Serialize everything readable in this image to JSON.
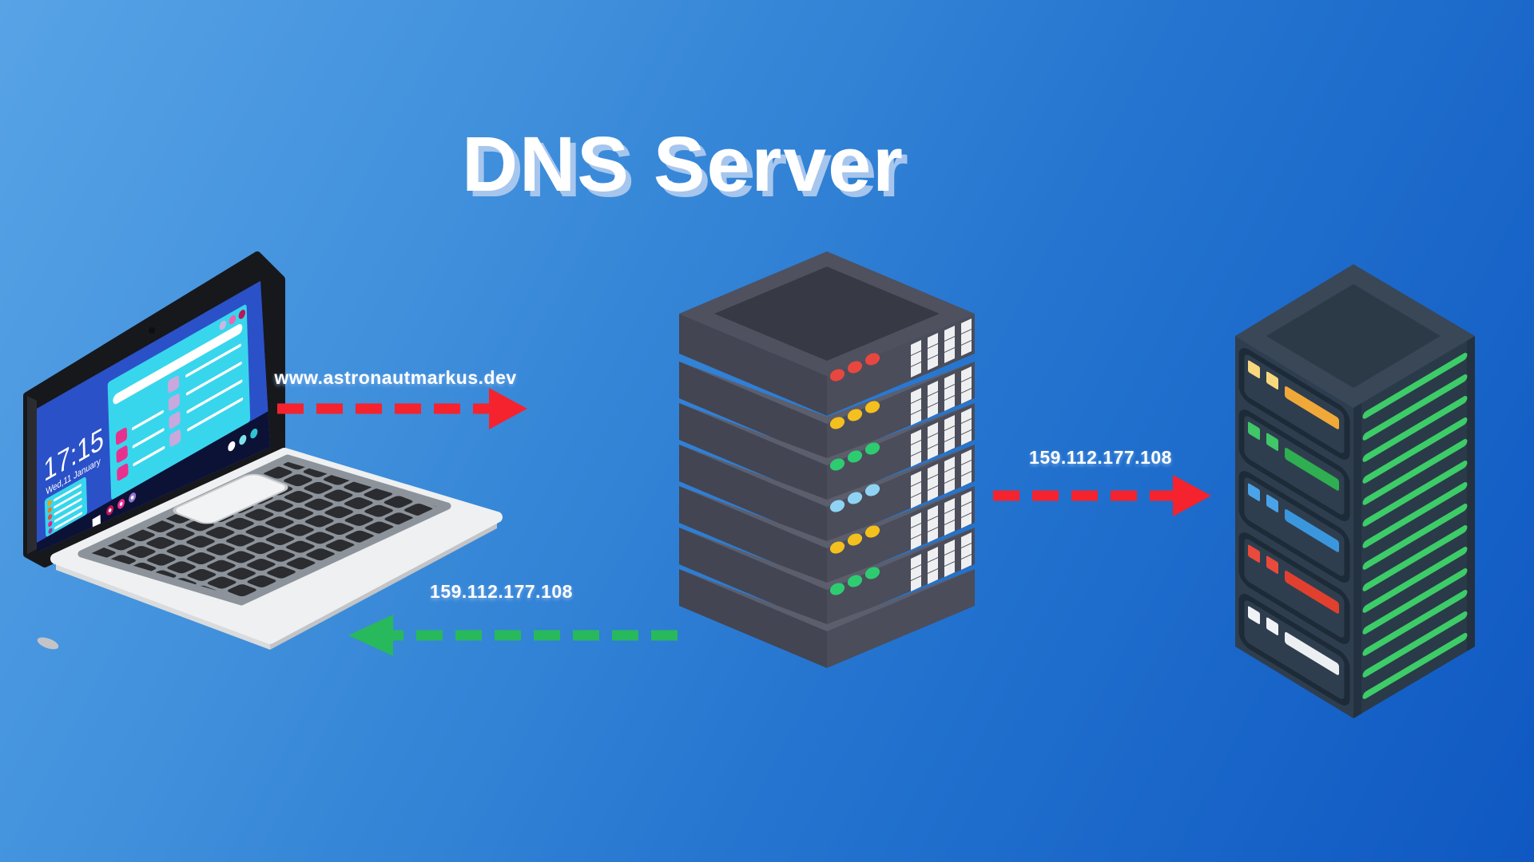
{
  "title": "DNS Server",
  "laptop_screen": {
    "time": "17:15",
    "date": "Wed,11 January"
  },
  "flows": {
    "request": {
      "label": "www.astronautmarkus.dev",
      "color": "#f5232d"
    },
    "resolve": {
      "label": "159.112.177.108",
      "color": "#f5232d"
    },
    "response": {
      "label": "159.112.177.108",
      "color": "#27b95c"
    }
  },
  "palette": {
    "background_top_left": "#58a3e6",
    "background_bottom_right": "#0f58c2",
    "title_text": "#ffffff",
    "title_shadow": "#adc9ee",
    "dns_led_red": "#e8473f",
    "dns_led_yellow": "#f4c01e",
    "dns_led_green": "#2ecc71",
    "dns_led_blue": "#8fd3f4",
    "rack_stripe_green": "#3dcc68",
    "rack_bar_yellow": "#f0a939",
    "rack_bar_green": "#2fae52",
    "rack_bar_blue": "#3b97dd",
    "rack_bar_red": "#e2402f",
    "rack_bar_white": "#eceff1"
  }
}
